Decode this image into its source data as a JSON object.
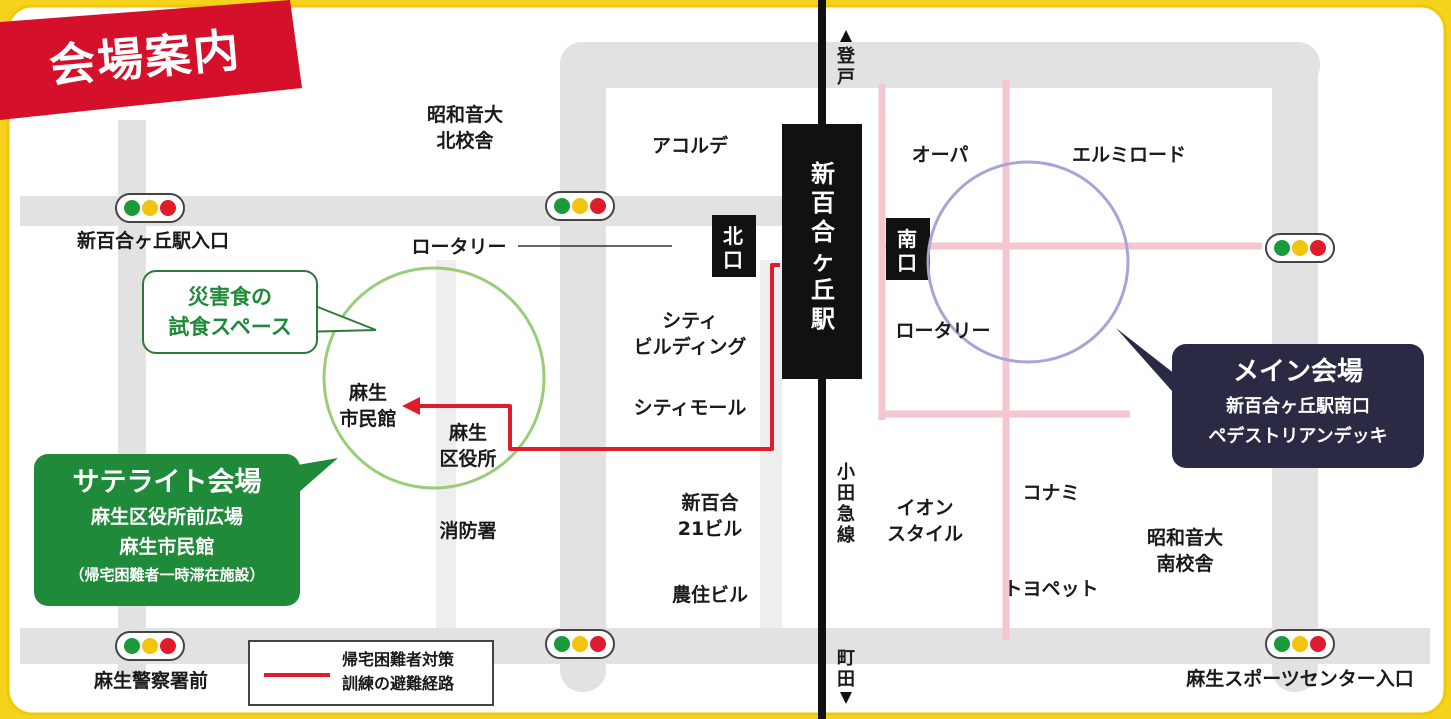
{
  "title": "会場案内",
  "station": {
    "name": "新百合ヶ丘駅",
    "north_exit": "北口",
    "south_exit": "南口"
  },
  "railway": {
    "line": "小田急線",
    "up_direction": "登戸",
    "down_direction": "町田"
  },
  "main_venue": {
    "heading": "メイン会場",
    "line1": "新百合ヶ丘駅南口",
    "line2": "ペデストリアンデッキ"
  },
  "satellite_venue": {
    "heading": "サテライト会場",
    "line1": "麻生区役所前広場",
    "line2": "麻生市民館",
    "line3": "（帰宅困難者一時滞在施設）"
  },
  "tasting_callout": {
    "line1": "災害食の",
    "line2": "試食スペース"
  },
  "places": {
    "showa_north": "昭和音大\n北校舎",
    "acorde": "アコルデ",
    "station_entrance": "新百合ヶ丘駅入口",
    "rotary_north": "ロータリー",
    "city_building": "シティ\nビルディング",
    "city_mall": "シティモール",
    "civic_hall": "麻生\n市民館",
    "ward_office": "麻生\n区役所",
    "fire_station": "消防署",
    "shinyuri21": "新百合\n21ビル",
    "nouju": "農住ビル",
    "police": "麻生警察署前",
    "opa": "オーパ",
    "elmi_road": "エルミロード",
    "rotary_south": "ロータリー",
    "aeon": "イオン\nスタイル",
    "konami": "コナミ",
    "toyopet": "トヨペット",
    "showa_south": "昭和音大\n南校舎",
    "sports_center": "麻生スポーツセンター入口"
  },
  "legend": {
    "text": "帰宅困難者対策\n訓練の避難経路"
  },
  "colors": {
    "frame": "#f5d31c",
    "banner": "#d4102a",
    "route": "#e01c2c",
    "road": "#dcdcdc",
    "pink_road": "#f4c6cf",
    "main_box": "#2a2a44",
    "satellite_box": "#1f8a3a",
    "tasting_text": "#1f8a3a",
    "rail": "#111111",
    "signal_green": "#1a9a3a",
    "signal_yellow": "#f2c40c",
    "signal_red": "#e01c2c"
  },
  "icons": [
    "traffic-signal-icon",
    "arrow-up-icon",
    "arrow-down-icon",
    "route-arrow-icon"
  ]
}
